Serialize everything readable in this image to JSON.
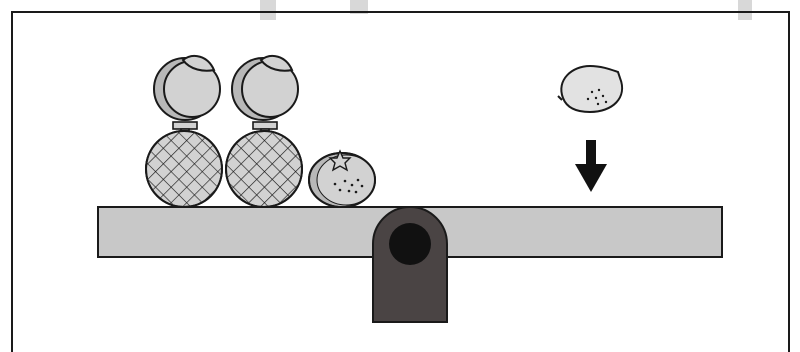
{
  "scene": {
    "left_pan": [
      "peach",
      "melon",
      "peach",
      "melon",
      "orange"
    ],
    "right_pan_incoming": "lemon",
    "indicator": "down-arrow"
  },
  "colors": {
    "stroke": "#1a1a1a",
    "fruit_fill": "#d2d2d2",
    "fruit_shadow": "#b8b8b8",
    "beam_fill": "#c8c8c8",
    "pivot_fill": "#4a4444",
    "pivot_hole": "#111111",
    "arrow": "#111111",
    "watermark": "#d8d8d8"
  }
}
